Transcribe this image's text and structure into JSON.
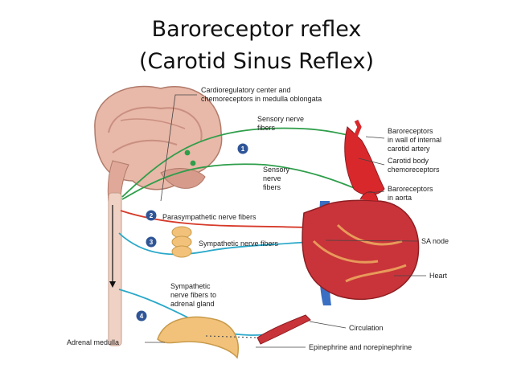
{
  "title": {
    "line1": "Baroreceptor reflex",
    "line2": "(Carotid Sinus Reflex)"
  },
  "labels": {
    "cardio_1": "Cardioregulatory center and",
    "cardio_2": "chemoreceptors in medulla oblongata",
    "sensory_top_1": "Sensory nerve",
    "sensory_top_2": "fibers",
    "sensory_mid_1": "Sensory",
    "sensory_mid_2": "nerve",
    "sensory_mid_3": "fibers",
    "baro_carotid_1": "Baroreceptors",
    "baro_carotid_2": "in wall of internal",
    "baro_carotid_3": "carotid artery",
    "carotid_body_1": "Carotid body",
    "carotid_body_2": "chemoreceptors",
    "baro_aorta_1": "Baroreceptors",
    "baro_aorta_2": "in aorta",
    "parasympathetic": "Parasympathetic nerve fibers",
    "sympathetic": "Sympathetic nerve fibers",
    "sa_node": "SA node",
    "heart": "Heart",
    "symp_adrenal_1": "Sympathetic",
    "symp_adrenal_2": "nerve fibers to",
    "symp_adrenal_3": "adrenal gland",
    "circulation": "Circulation",
    "adrenal_medulla": "Adrenal medulla",
    "epinephrine": "Epinephrine and norepinephrine"
  },
  "steps": [
    "1",
    "2",
    "3",
    "4"
  ],
  "colors": {
    "sensory": "#2e9e4a",
    "parasympathetic": "#d63a2a",
    "sympathetic": "#2aa8c9",
    "artery": "#d8282c",
    "vein": "#3a6fc4",
    "brain": "#e7b3a3",
    "adrenal": "#f2c27a",
    "step_badge": "#2f5597"
  }
}
